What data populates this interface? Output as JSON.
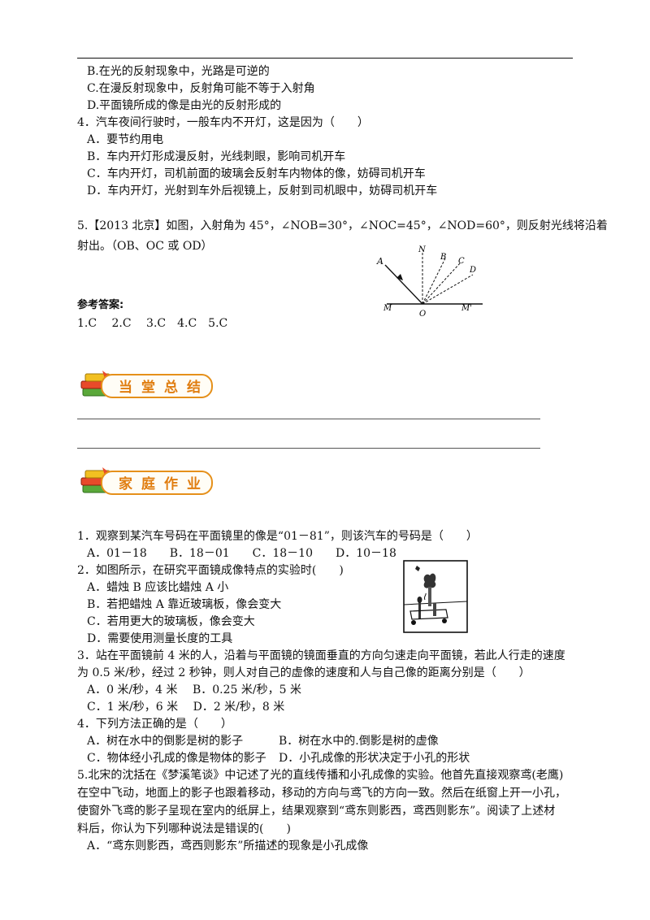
{
  "q3_options_tail": [
    "B.在光的反射现象中，光路是可逆的",
    "C.在漫反射现象中，反射角可能不等于入射角",
    "D.平面镜所成的像是由光的反射形成的"
  ],
  "q4": {
    "stem": "4．汽车夜间行驶时，一般车内不开灯，这是因为（　　）",
    "options": [
      "A．要节约用电",
      "B．车内开灯形成漫反射，光线刺眼，影响司机开车",
      "C．车内开灯，司机前面的玻璃会反射车内物体的像，妨碍司机开车",
      "D．车内开灯，光射到车外后视镜上，反射到司机眼中，妨碍司机开车"
    ]
  },
  "q5": {
    "stem_line1": "5.【2013 北京】如图，入射角为 45°，∠NOB=30°，∠NOC=45°，∠NOD=60°，则反射光线将沿着",
    "stem_line2": "射出。（OB、OC 或 OD）",
    "figure_labels": {
      "A": "A",
      "N": "N",
      "B": "B",
      "C": "C",
      "D": "D",
      "M": "M",
      "O": "O",
      "M2": "M'"
    }
  },
  "answers": {
    "title": "参考答案:",
    "text": "1.C　 2.C　 3.C　4.C　5.C"
  },
  "section_summary": {
    "title": "当堂总结"
  },
  "section_homework": {
    "title": "家庭作业"
  },
  "hw": {
    "q1": {
      "stem": "1．观察到某汽车号码在平面镜里的像是“01－81”，则该汽车的号码是（　　）",
      "options": "A．01－18　　B．18－01　　C．18－10　　D．10－18"
    },
    "q2": {
      "stem": "2．如图所示，在研究平面镜成像特点的实验时(　　)",
      "options": [
        "A．蜡烛 B 应该比蜡烛 A 小",
        "B．若把蜡烛 A 靠近玻璃板，像会变大",
        "C．若用更大的玻璃板，像会变大",
        "D．需要使用测量长度的工具"
      ]
    },
    "q3": {
      "line1": "3．站在平面镜前 4 米的人，沿着与平面镜的镜面垂直的方向匀速走向平面镜，若此人行走的速度",
      "line2": "为 0.5 米/秒，经过 2 秒钟，则人对自己的虚像的速度和人与自己像的距离分别是（　　）",
      "opt_row1": "A．0 米/秒，4 米　 B．0.25 米/秒，5 米",
      "opt_row2": "C．1 米/秒，6 米　 D．2 米/秒，8 米"
    },
    "q4": {
      "stem": "4．下列方法正确的是（　　）",
      "opt_row1_a": "A．树在水中的倒影是树的影子",
      "opt_row1_b": "B．树在水中的.倒影是树的虚像",
      "opt_row2_c": "C．物体经小孔成的像是物体的影子",
      "opt_row2_d": "D．小孔成像的形状决定于小孔的形状"
    },
    "q5": {
      "line1": "5.北宋的沈括在《梦溪笔谈》中记述了光的直线传播和小孔成像的实验。他首先直接观察鸢(老鹰)",
      "line2": "在空中飞动，地面上的影子也跟着移动，移动的方向与鸢飞的方向一致。然后在纸窗上开一小孔，",
      "line3": "使窗外飞鸢的影子呈现在室内的纸屏上，结果观察到“鸢东则影西，鸢西则影东”。阅读了上述材",
      "line4": "料后，你认为下列哪种说法是错误的(　　)",
      "optA": "A．“鸢东则影西，鸢西则影东”所描述的现象是小孔成像"
    }
  }
}
